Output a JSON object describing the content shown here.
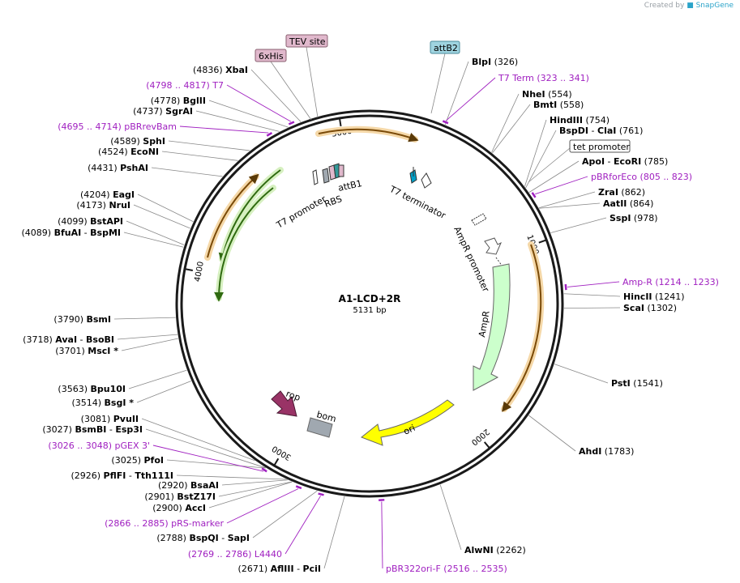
{
  "plasmid": {
    "name": "A1-LCD+2R",
    "size_label": "5131 bp",
    "total_bp": 5131
  },
  "credit": {
    "prefix": "Created by",
    "brand": "SnapGene"
  },
  "ticks": [
    {
      "pos": 1000,
      "label": "1000"
    },
    {
      "pos": 2000,
      "label": "2000"
    },
    {
      "pos": 3000,
      "label": "3000"
    },
    {
      "pos": 4000,
      "label": "4000"
    },
    {
      "pos": 5000,
      "label": "5000"
    }
  ],
  "features": [
    {
      "name": "T7 terminator",
      "type": "terminator",
      "color": "#00a0c8"
    },
    {
      "name": "AmpR promoter",
      "type": "promoter",
      "color": "#ffffff"
    },
    {
      "name": "AmpR",
      "type": "cds",
      "color": "#ccffcc"
    },
    {
      "name": "ori",
      "type": "rep_origin",
      "color": "#ffff00"
    },
    {
      "name": "bom",
      "type": "misc",
      "color": "#a0a8b0"
    },
    {
      "name": "rop",
      "type": "cds",
      "color": "#993366"
    },
    {
      "name": "T7 promoter",
      "type": "promoter",
      "color": "#ffffff"
    },
    {
      "name": "RBS",
      "type": "rbs",
      "color": "#a0a8b0"
    },
    {
      "name": "attB1",
      "type": "recombination",
      "color": "#339999"
    }
  ],
  "boxed_features": [
    {
      "name": "TEV site",
      "color": "#e0b8cc"
    },
    {
      "name": "6xHis",
      "color": "#e0b8cc"
    },
    {
      "name": "attB2",
      "color": "#9fd4e0"
    },
    {
      "name": "tet promoter",
      "color": "#ffffff"
    }
  ],
  "sites": [
    {
      "name": "BlpI",
      "pos": "(326)"
    },
    {
      "name": "NheI",
      "pos": "(554)"
    },
    {
      "name": "BmtI",
      "pos": "(558)"
    },
    {
      "name": "HindIII",
      "pos": "(754)"
    },
    {
      "name": "BspDI",
      "alt": "ClaI",
      "pos": "(761)"
    },
    {
      "name": "ApoI",
      "alt": "EcoRI",
      "pos": "(785)"
    },
    {
      "name": "ZraI",
      "pos": "(862)"
    },
    {
      "name": "AatII",
      "pos": "(864)"
    },
    {
      "name": "SspI",
      "pos": "(978)"
    },
    {
      "name": "HincII",
      "pos": "(1241)"
    },
    {
      "name": "ScaI",
      "pos": "(1302)"
    },
    {
      "name": "PstI",
      "pos": "(1541)"
    },
    {
      "name": "AhdI",
      "pos": "(1783)"
    },
    {
      "name": "AlwNI",
      "pos": "(2262)"
    },
    {
      "name": "AflIII",
      "alt": "PciI",
      "pos": "(2671)"
    },
    {
      "name": "BspQI",
      "alt": "SapI",
      "pos": "(2788)"
    },
    {
      "name": "AccI",
      "pos": "(2900)"
    },
    {
      "name": "BstZ17I",
      "pos": "(2901)"
    },
    {
      "name": "BsaAI",
      "pos": "(2920)"
    },
    {
      "name": "PflFI",
      "alt": "Tth111I",
      "pos": "(2926)"
    },
    {
      "name": "PfoI",
      "pos": "(3025)"
    },
    {
      "name": "BsmBI",
      "alt": "Esp3I",
      "pos": "(3027)"
    },
    {
      "name": "PvuII",
      "pos": "(3081)"
    },
    {
      "name": "BsgI *",
      "pos": "(3514)"
    },
    {
      "name": "Bpu10I",
      "pos": "(3563)"
    },
    {
      "name": "MscI *",
      "pos": "(3701)"
    },
    {
      "name": "AvaI",
      "alt": "BsoBI",
      "pos": "(3718)"
    },
    {
      "name": "BsmI",
      "pos": "(3790)"
    },
    {
      "name": "BfuAI",
      "alt": "BspMI",
      "pos": "(4089)"
    },
    {
      "name": "BstAPI",
      "pos": "(4099)"
    },
    {
      "name": "NruI",
      "pos": "(4173)"
    },
    {
      "name": "EagI",
      "pos": "(4204)"
    },
    {
      "name": "PshAI",
      "pos": "(4431)"
    },
    {
      "name": "EcoNI",
      "pos": "(4524)"
    },
    {
      "name": "SphI",
      "pos": "(4589)"
    },
    {
      "name": "SgrAI",
      "pos": "(4737)"
    },
    {
      "name": "BglII",
      "pos": "(4778)"
    },
    {
      "name": "XbaI",
      "pos": "(4836)"
    }
  ],
  "primers": [
    {
      "name": "T7 Term",
      "range": "(323 .. 341)"
    },
    {
      "name": "pBRforEco",
      "range": "(805 .. 823)"
    },
    {
      "name": "Amp-R",
      "range": "(1214 .. 1233)"
    },
    {
      "name": "pBR322ori-F",
      "range": "(2516 .. 2535)"
    },
    {
      "name": "L4440",
      "range": "(2769 .. 2786)"
    },
    {
      "name": "pRS-marker",
      "range": "(2866 .. 2885)"
    },
    {
      "name": "pGEX 3'",
      "range": "(3026 .. 3048)"
    },
    {
      "name": "pBRrevBam",
      "range": "(4695 .. 4714)"
    },
    {
      "name": "T7",
      "range": "(4798 .. 4817)"
    }
  ],
  "colors": {
    "primer": "#a020c0",
    "backbone": "#1a1a1a",
    "orf": "#f0c080",
    "orf_arrow": "#8a5a10",
    "orf_green": "#5aa020"
  }
}
